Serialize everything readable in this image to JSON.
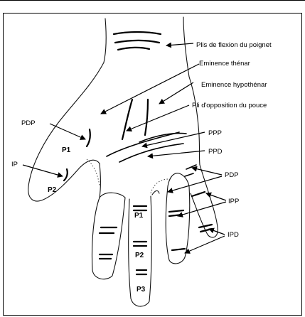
{
  "labels": {
    "wrist_folds": "Plis de flexion du poignet",
    "thenar": "Eminence thénar",
    "hypothenar": "Eminence hypothénar",
    "opposition": "Pli d'opposition du pouce",
    "pdp_thumb": "PDP",
    "ip_thumb": "IP",
    "ppp": "PPP",
    "ppd": "PPD",
    "pdp_fingers": "PDP",
    "ipp": "IPP",
    "ipd": "IPD",
    "p1_thumb": "P1",
    "p2_thumb": "P2",
    "p1_finger": "P1",
    "p2_finger": "P2",
    "p3_finger": "P3"
  },
  "colors": {
    "line": "#000000",
    "background": "#ffffff"
  }
}
